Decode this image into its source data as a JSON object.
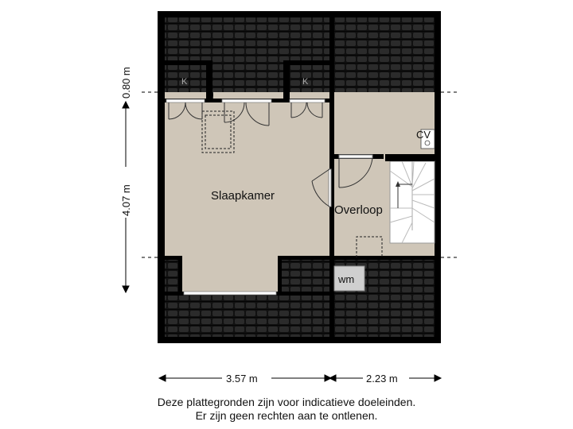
{
  "rooms": {
    "bedroom": "Slaapkamer",
    "landing": "Overloop",
    "boiler": "CV",
    "washer": "wm"
  },
  "knee_wall_marks": [
    "K",
    "K"
  ],
  "dimensions": {
    "width_left": "3.57 m",
    "width_right": "2.23 m",
    "depth_main": "4.07 m",
    "depth_top": "0.80 m"
  },
  "disclaimer": {
    "line1": "Deze plattegronden zijn voor indicatieve doeleinden.",
    "line2": "Er zijn geen rechten aan te ontlenen."
  },
  "colors": {
    "floor": "#cfc6b8",
    "roof": "#1a1a1a",
    "wall": "#000000",
    "stairs": "#ffffff",
    "washer": "#cfcfcf"
  }
}
